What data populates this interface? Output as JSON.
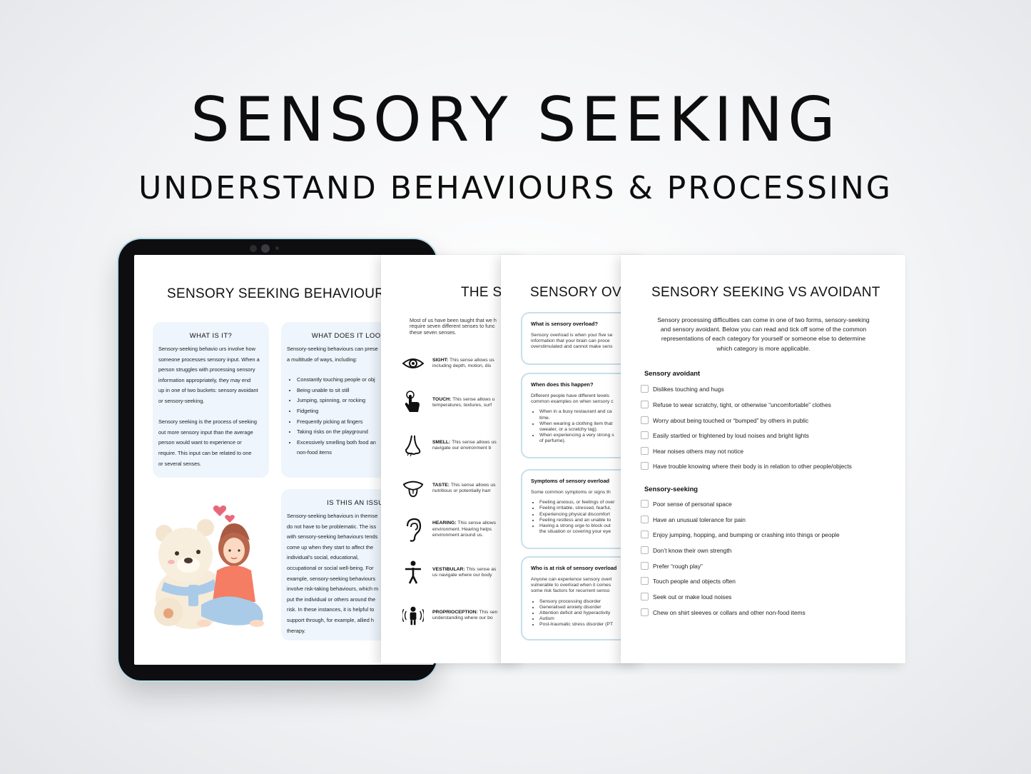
{
  "hero": {
    "title": "SENSORY SEEKING",
    "subtitle": "UNDERSTAND BEHAVIOURS & PROCESSING"
  },
  "page1": {
    "title": "SENSORY SEEKING BEHAVIOURS",
    "what_is_it": {
      "heading": "WHAT IS IT?",
      "lines": [
        "Sensory-seeking behavio urs involve how",
        "someone processes sensory input. When a",
        "person struggles with processing sensory",
        "information appropriately, they may end",
        "up in one of two buckets: sensory avoidant",
        "or sensory-seeking.",
        "",
        "Sensory seeking is the process of seeking",
        "out more sensory input than the average",
        "person would want to experience or",
        "require. This input can be related to one",
        "or several senses."
      ]
    },
    "look_like": {
      "heading": "WHAT DOES IT LOOK LIKE?",
      "intro_1": "Sensory-seeking behaviours can prese",
      "intro_2": "a multitude of ways, including:",
      "items": [
        "Constantly touching people or obj",
        "Being unable to sit still",
        "Jumping, spinning, or rocking",
        "Fidgeting",
        "Frequently picking at fingers",
        "Taking risks on the playground",
        "Excessively smelling both food an",
        "non-food items"
      ]
    },
    "issue": {
      "heading": "IS THIS AN ISSUE?",
      "lines": [
        "Sensory-seeking behaviours in themse",
        "do not have to be problematic. The iss",
        "with sensory-seeking behaviours tends",
        "come up when they start to affect the",
        "individual's social, educational,",
        "occupational or social well-being. For",
        "example, sensory-seeking behaviours",
        "involve risk-taking behaviours, which m",
        "put the individual or others around the",
        "risk. In these instances, it is helpful to",
        "support through, for example, allied h",
        "therapy."
      ]
    }
  },
  "page2": {
    "title": "THE SI",
    "intro": [
      "Most of us have been taught that we h",
      "require seven different senses to func",
      "these seven senses."
    ],
    "senses": [
      {
        "icon": "eye-icon",
        "name": "SIGHT:",
        "text": "This sense allows us",
        "text2": "including depth, motion, dis"
      },
      {
        "icon": "touch-icon",
        "name": "TOUCH:",
        "text": "This sense allows u",
        "text2": "temperatures, textures, surf"
      },
      {
        "icon": "nose-icon",
        "name": "SMELL:",
        "text": "This sense allows us",
        "text2": "navigate our environment b"
      },
      {
        "icon": "tongue-icon",
        "name": "TASTE:",
        "text": "This sense allows us",
        "text2": "nutritious or potentially harr"
      },
      {
        "icon": "ear-icon",
        "name": "HEARING:",
        "text": "This sense allows",
        "text2": "environment. Hearing helps",
        "text3": "environment around us."
      },
      {
        "icon": "balance-icon",
        "name": "VESTIBULAR:",
        "text": "This sense as",
        "text2": "us navigate where our body"
      },
      {
        "icon": "body-position-icon",
        "name": "PROPRIOCEPTION:",
        "text": "This sen",
        "text2": "understanding where our bo"
      }
    ]
  },
  "page3": {
    "title": "SENSORY OVE",
    "boxes": [
      {
        "heading": "What is sensory overload?",
        "lines": [
          "Sensory overload is when your five se",
          "information that your brain can proce",
          "overstimulated and cannot make sens"
        ],
        "items": []
      },
      {
        "heading": "When does this happen?",
        "lines": [
          "Different people have different levels",
          "common examples on when sensory c"
        ],
        "items": [
          "When in a busy restaurant and ca",
          "time.",
          "When wearing a clothing item that",
          "sweater, or a scratchy tag).",
          "When experiencing a very strong s",
          "of perfume)."
        ]
      },
      {
        "heading": "Symptoms of sensory overload",
        "lines": [
          "Some common symptoms or signs th"
        ],
        "items": [
          "Feeling anxious, or feelings of over",
          "Feeling irritable, stressed, fearful,",
          "Experiencing physical discomfort",
          "Feeling restless and an unable to",
          "Having a strong urge to block out",
          "the situation or covering your eye"
        ]
      },
      {
        "heading": "Who is at risk of sensory overload",
        "lines": [
          "Anyone can experience sensory overl",
          "vulnerable to overload when it comes",
          "some risk factors for recurrent senso"
        ],
        "items": [
          "Sensory processing disorder",
          "Generalised anxiety disorder",
          "Attention deficit and hyperactivity",
          "Autism",
          "Post-traumatic stress disorder (PT"
        ]
      }
    ]
  },
  "page4": {
    "title": "SENSORY SEEKING VS AVOIDANT",
    "intro": [
      "Sensory processing difficulties can come in one of two forms, sensory-seeking",
      "and sensory avoidant. Below you can read and tick off some of the common",
      "representations of each category for yourself or someone else to determine",
      "which category is more applicable."
    ],
    "avoidant_heading": "Sensory avoidant",
    "avoidant": [
      "Dislikes touching and hugs",
      "Refuse to wear scratchy, tight, or otherwise “uncomfortable” clothes",
      "Worry about being touched or “bumped” by others in public",
      "Easily startled or frightened by loud noises and bright lights",
      "Hear noises others may not notice",
      "Have trouble knowing where their body is in relation to other people/objects"
    ],
    "seeking_heading": "Sensory-seeking",
    "seeking": [
      "Poor sense of personal space",
      "Have an unusual tolerance for pain",
      "Enjoy jumping, hopping, and bumping or crashing into things or people",
      "Don’t know their own strength",
      "Prefer “rough play”",
      "Touch people and objects often",
      "Seek out or make loud noises",
      "Chew on shirt sleeves or collars and other non-food items"
    ]
  },
  "colors": {
    "card_bg": "#eef5fc",
    "box_border": "#c6dfec",
    "tablet_frame": "#0e0e10"
  }
}
